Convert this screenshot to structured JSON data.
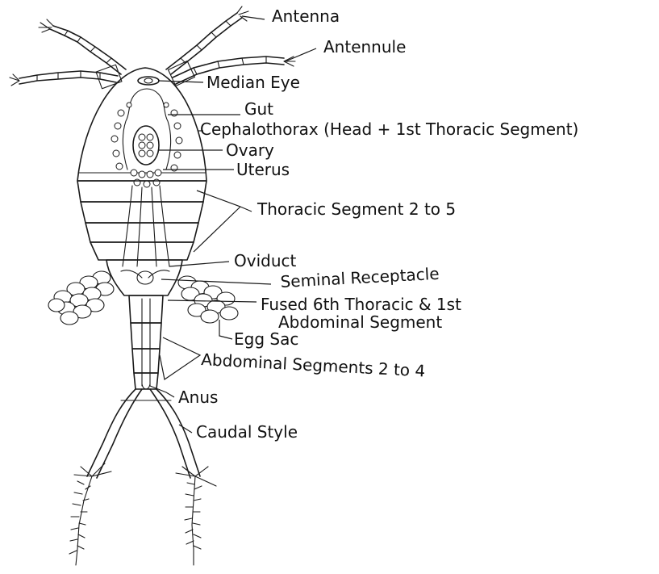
{
  "labels": {
    "antenna": "Antenna",
    "antennule": "Antennule",
    "median_eye": "Median Eye",
    "gut": "Gut",
    "cephalothorax": "Cephalothorax (Head + 1st Thoracic Segment)",
    "ovary": "Ovary",
    "uterus": "Uterus",
    "thoracic_segments": "Thoracic Segment 2 to 5",
    "oviduct": "Oviduct",
    "seminal_receptacle": "Seminal Receptacle",
    "fused_segment_line1": "Fused 6th Thoracic & 1st",
    "fused_segment_line2": "Abdominal Segment",
    "egg_sac": "Egg Sac",
    "abdominal_segments": "Abdominal Segments 2 to 4",
    "anus": "Anus",
    "caudal_style": "Caudal Style"
  }
}
